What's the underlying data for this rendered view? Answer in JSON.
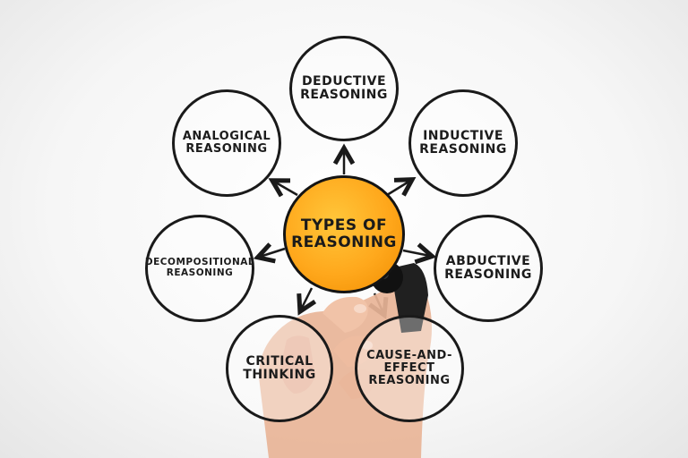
{
  "diagram": {
    "center": {
      "label": "TYPES OF\nREASONING"
    },
    "nodes": [
      {
        "key": "deductive",
        "label": "DEDUCTIVE\nREASONING"
      },
      {
        "key": "inductive",
        "label": "INDUCTIVE\nREASONING"
      },
      {
        "key": "abductive",
        "label": "ABDUCTIVE\nREASONING"
      },
      {
        "key": "cause-and-effect",
        "label": "CAUSE-AND-\nEFFECT\nREASONING"
      },
      {
        "key": "critical",
        "label": "CRITICAL\nTHINKING"
      },
      {
        "key": "decompositional",
        "label": "DECOMPOSITIONAL\nREASONING"
      },
      {
        "key": "analogical",
        "label": "ANALOGICAL\nREASONING"
      }
    ]
  },
  "colors": {
    "center_fill": "#ffa81c",
    "outline": "#1a1a1a",
    "background": "#f6f6f6",
    "marker": "#111111",
    "skin": "#e9b89c"
  }
}
